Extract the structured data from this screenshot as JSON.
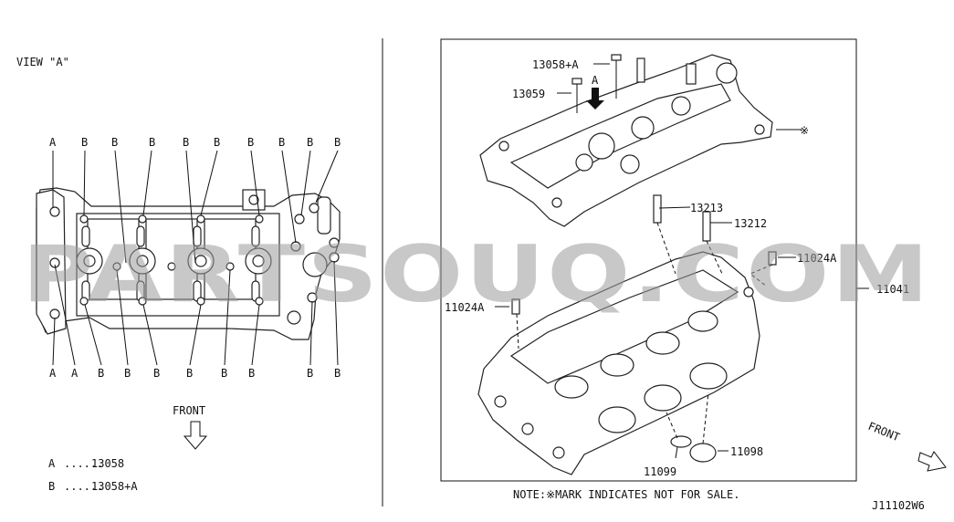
{
  "view_label": "VIEW \"A\"",
  "top_letters": [
    "A",
    "B",
    "B",
    "B",
    "B",
    "B",
    "B",
    "B",
    "B",
    "B"
  ],
  "bottom_letters": [
    "A",
    "A",
    "B",
    "B",
    "B",
    "B",
    "B",
    "B",
    "B",
    "B"
  ],
  "front_left": "FRONT",
  "legend": [
    {
      "key": "A",
      "dots": "......",
      "part": "13058"
    },
    {
      "key": "B",
      "dots": "......",
      "part": "13058+A"
    }
  ],
  "callouts": {
    "p13058a": "13058+A",
    "arrow_a": "A",
    "p13059": "13059",
    "not_for_sale": "※",
    "p13213": "13213",
    "p13212": "13212",
    "p11024a_right": "11024A",
    "p11041": "11041",
    "p11024a_left": "11024A",
    "p11098": "11098",
    "p11099": "11099"
  },
  "front_right": "FRONT",
  "note": "NOTE:※MARK INDICATES NOT FOR SALE.",
  "diagram_id": "J11102W6",
  "watermark": "PARTSOUQ.COM"
}
